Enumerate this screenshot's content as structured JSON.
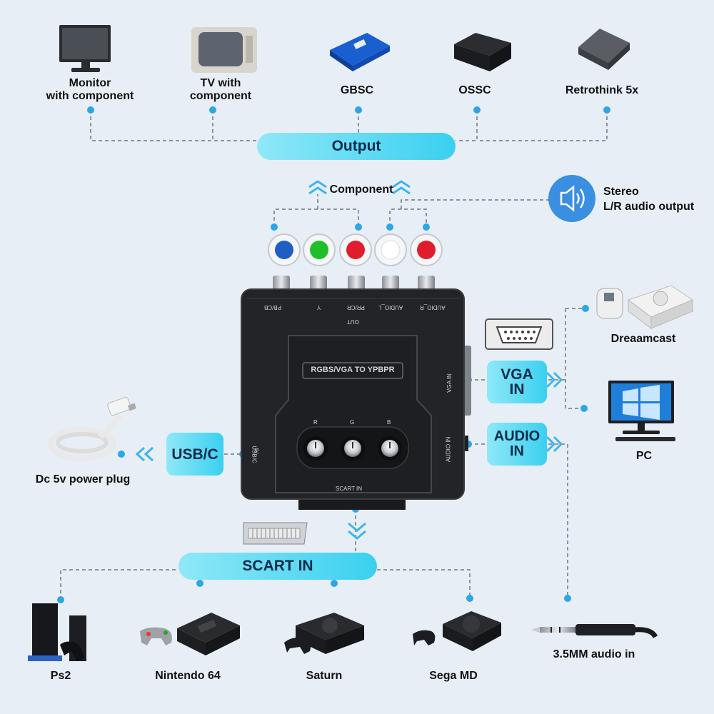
{
  "output_section": {
    "pill_label": "Output",
    "devices": [
      {
        "label_line1": "Monitor",
        "label_line2": "with component",
        "icon": "monitor-icon"
      },
      {
        "label_line1": "TV with",
        "label_line2": "component",
        "icon": "crt-tv-icon"
      },
      {
        "label_line1": "GBSC",
        "label_line2": "",
        "icon": "gbsc-board-icon"
      },
      {
        "label_line1": "OSSC",
        "label_line2": "",
        "icon": "ossc-box-icon"
      },
      {
        "label_line1": "Retrothink 5x",
        "label_line2": "",
        "icon": "retrothink-box-icon"
      }
    ]
  },
  "component_label": "Component",
  "stereo_audio": {
    "line1": "Stereo",
    "line2": "L/R audio output",
    "icon": "speaker-icon"
  },
  "rca_jacks": [
    {
      "color": "#1f5fc4"
    },
    {
      "color": "#1fbf2a"
    },
    {
      "color": "#e01d2c"
    },
    {
      "color": "#ffffff"
    },
    {
      "color": "#e01d2c"
    }
  ],
  "converter": {
    "title": "RGBS/VGA TO YPBPR",
    "port_labels": [
      "PB/CB",
      "Y",
      "PR/CR",
      "AUDIO_L",
      "AUDIO_R"
    ],
    "out_label": "OUT",
    "knob_labels": [
      "R",
      "G",
      "B"
    ],
    "scart_label": "SCART IN",
    "vga_side_label": "VGA IN",
    "audio_side_label": "AUDIO IN",
    "usb_side_label": "USB/C",
    "usb_side_sub": "5V"
  },
  "inputs": {
    "vga": {
      "line1": "VGA",
      "line2": "IN"
    },
    "audio": {
      "line1": "AUDIO",
      "line2": "IN"
    },
    "usb": {
      "label": "USB/C"
    },
    "scart": {
      "label": "SCART IN"
    }
  },
  "right_devices": [
    {
      "label": "Dreaamcast",
      "icon": "dreamcast-console-icon"
    },
    {
      "label": "PC",
      "icon": "pc-monitor-icon"
    },
    {
      "label": "3.5MM audio in",
      "icon": "audio-cable-icon"
    }
  ],
  "power": {
    "label": "Dc 5v power plug",
    "icon": "usb-cable-icon"
  },
  "scart_devices": [
    {
      "label": "Ps2",
      "icon": "ps2-console-icon"
    },
    {
      "label": "Nintendo 64",
      "icon": "n64-console-icon"
    },
    {
      "label": "Saturn",
      "icon": "saturn-console-icon"
    },
    {
      "label": "Sega MD",
      "icon": "sega-md-console-icon"
    }
  ],
  "colors": {
    "background": "#e8eef5",
    "accent": "#35c8ee",
    "dot": "#2ba6e8",
    "device_body": "#1c1d20"
  }
}
